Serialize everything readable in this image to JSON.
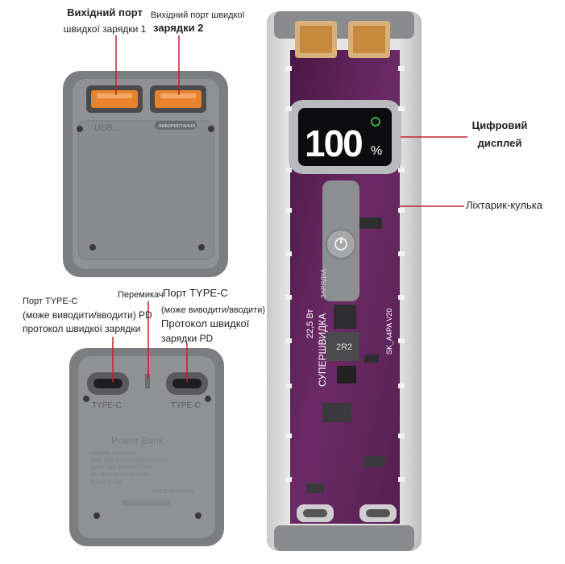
{
  "labels": {
    "port1": {
      "line1": "Вихідний порт",
      "line2": "швидкої зарядки 1"
    },
    "port2": {
      "line1": "Вихідний порт швидкої",
      "line2": "зарядки 2"
    },
    "display": {
      "line1": "Цифровий",
      "line2": "дисплей"
    },
    "flashlight": {
      "text": "Ліхтарик-кулька"
    },
    "typec_left": {
      "line1": "Порт TYPE-C",
      "line2": "(може виводити/вводити) PD",
      "line3": "протокол швидкої зарядки"
    },
    "switch": {
      "text": "Перемикач"
    },
    "typec_right": {
      "line1": "Порт TYPE-C",
      "line2": "(може виводити/вводити)",
      "line3": "Протокол швидкої",
      "line4": "зарядки PD"
    }
  },
  "device_text": {
    "usb_left": "USB…",
    "usb_right": "ВИКОРИСТАННЯ",
    "display_value": "100",
    "display_unit": "%",
    "typec_tag_left": "TYPE-C",
    "typec_tag_right": "TYPE-C",
    "power_label": "Power Bank",
    "spec_lines": [
      "Capacity: 10000mAh",
      "Input: Type-C 5V/3A 9V/2A 12V/1.5A",
      "Type-C Out: 5V/3A 9V/2.22A",
      "QC: 5V/3A 9V/2A 12V/1.5A",
      "Output: 22.5W"
    ],
    "made": "MADE IN CHINA",
    "side_text_1": "22,5 Вт",
    "side_text_2": "СУПЕРШВИДКА",
    "side_text_3": "ЗАРЯДКА",
    "board_id": "SK_A4PA V20",
    "chip": "2R2"
  },
  "colors": {
    "shell": "#8f9092",
    "shell_dark": "#6c6d6f",
    "pcb": "#5a1f5a",
    "usb_orange": "#e8822d",
    "display_text": "#ffffff",
    "leader": "#c8202a"
  }
}
